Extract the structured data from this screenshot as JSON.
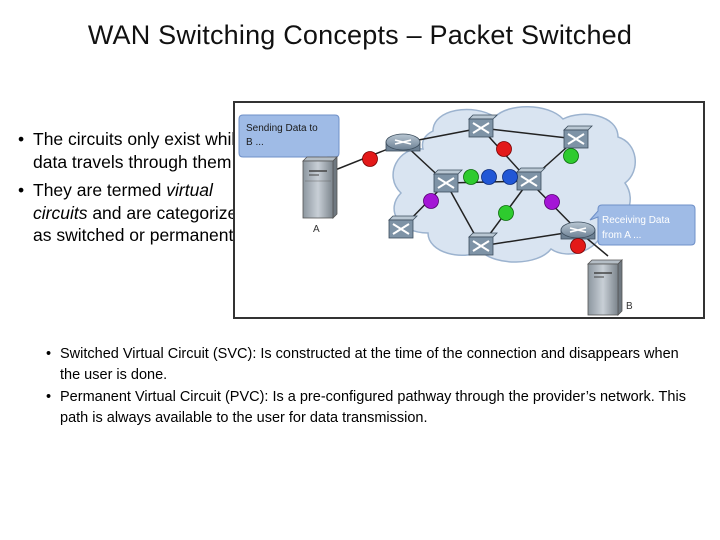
{
  "slide": {
    "title": "WAN Switching Concepts – Packet Switched"
  },
  "bullets": {
    "b1": "The circuits only exist while data travels through them.",
    "b2_pre": "They are termed ",
    "b2_italic": "virtual circuits",
    "b2_post": " and are categorized as switched or permanent."
  },
  "sub_bullets": {
    "s1": "Switched Virtual Circuit (SVC): Is constructed at the time of the connection and disappears when the user is done.",
    "s2": "Permanent Virtual Circuit (PVC): Is a pre-configured pathway through the provider’s network.  This path is always available to the user for data transmission."
  },
  "diagram": {
    "callout_left": [
      "Sending Data to",
      "B ..."
    ],
    "callout_right": [
      "Receiving Data",
      "from A ..."
    ],
    "label_a": "A",
    "label_b": "B",
    "colors": {
      "cloud": "#d9e4f1",
      "callout": "#9fbbe6",
      "red": "#e31919",
      "green": "#2ecb2e",
      "blue": "#2157d6",
      "purple": "#a415d6",
      "link": "#222222"
    }
  }
}
